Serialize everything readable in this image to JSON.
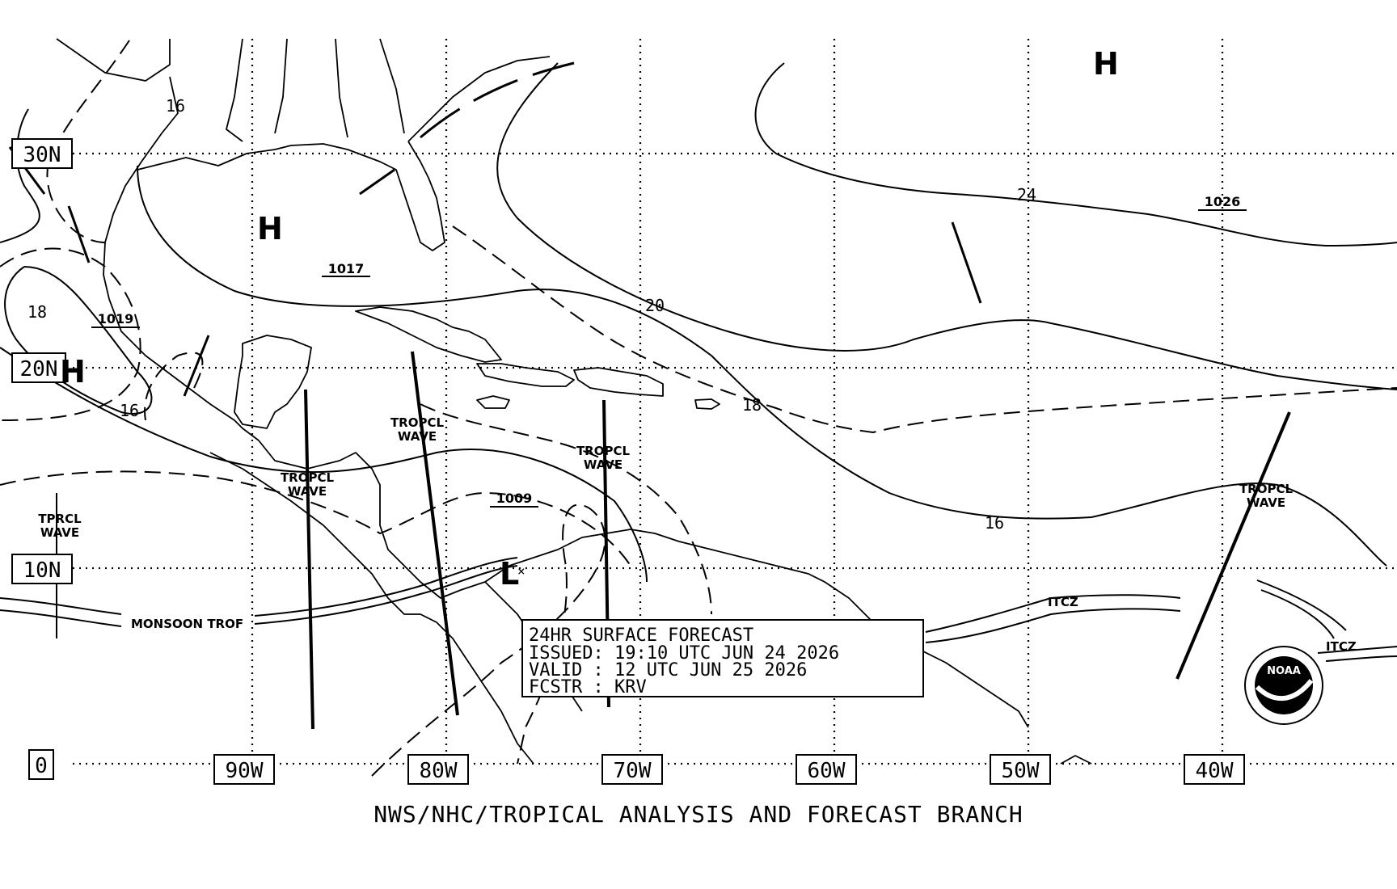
{
  "footer": "NWS/NHC/TROPICAL ANALYSIS AND FORECAST BRANCH",
  "lat_labels": [
    "30N",
    "20N",
    "10N",
    "0"
  ],
  "lon_labels": [
    "90W",
    "80W",
    "70W",
    "60W",
    "50W",
    "40W"
  ],
  "forecast_box": {
    "line1": "24HR SURFACE FORECAST",
    "line2": "ISSUED: 19:10 UTC JUN 24 2026",
    "line3": "VALID : 12 UTC JUN 25 2026",
    "line4": "FCSTR : KRV"
  },
  "pressure_centers": [
    {
      "symbol": "H",
      "value": "1017"
    },
    {
      "symbol": "H",
      "value": "1019"
    },
    {
      "symbol": "H",
      "value": "1026"
    },
    {
      "symbol": "L",
      "value": "1009"
    }
  ],
  "isobar_labels": [
    "16",
    "18",
    "16",
    "24",
    "20",
    "18",
    "16"
  ],
  "features": {
    "tropical_wave": "TROPCL\nWAVE",
    "tropical_wave_short": "TPRCL\nWAVE",
    "monsoon_trough": "MONSOON TROF",
    "itcz": "ITCZ"
  },
  "logo": {
    "text": "NOAA",
    "icon": "noaa-logo"
  }
}
